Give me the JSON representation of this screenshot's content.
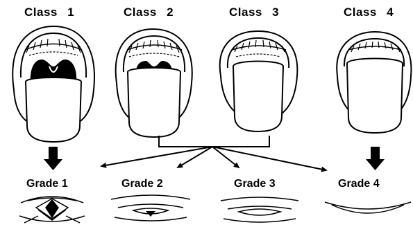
{
  "classes": [
    {
      "label": "Class 1"
    },
    {
      "label": "Class 2"
    },
    {
      "label": "Class 3"
    },
    {
      "label": "Class 4"
    }
  ],
  "grades": [
    {
      "label": "Grade 1"
    },
    {
      "label": "Grade 2"
    },
    {
      "label": "Grade 3"
    },
    {
      "label": "Grade 4"
    }
  ],
  "colors": {
    "ink": "#000000",
    "background": "#ffffff"
  }
}
